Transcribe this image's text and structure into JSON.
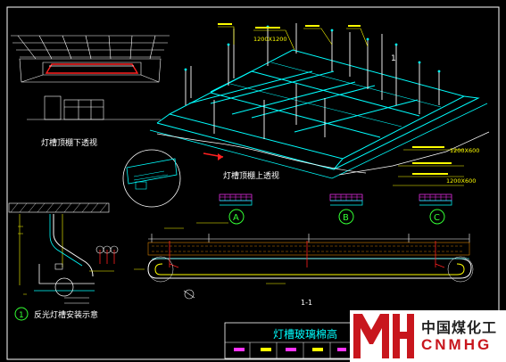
{
  "views": {
    "lower_persp_title": "灯槽顶棚下透视",
    "upper_persp_title": "灯槽顶棚上透视",
    "section_label": "1-1",
    "install_caption": "反光灯槽安装示意",
    "install_number": "1",
    "callout_number": "1",
    "drawing_title": "灯槽玻璃棉高"
  },
  "dims": {
    "grid_panel": "1200X1200",
    "side_panel_1": "1200X600",
    "side_panel_2": "1200X600"
  },
  "details": [
    "A",
    "B",
    "C"
  ],
  "watermark": {
    "cn": "中国煤化工",
    "en": "CNMHG"
  },
  "colors": {
    "bg": "#000000",
    "cyan": "#00ffff",
    "yellow": "#ffff00",
    "red": "#ff2020",
    "magenta": "#ff33ff",
    "green": "#33ff33",
    "white": "#ffffff",
    "orange": "#ff9900",
    "brand_red": "#c8161d"
  }
}
